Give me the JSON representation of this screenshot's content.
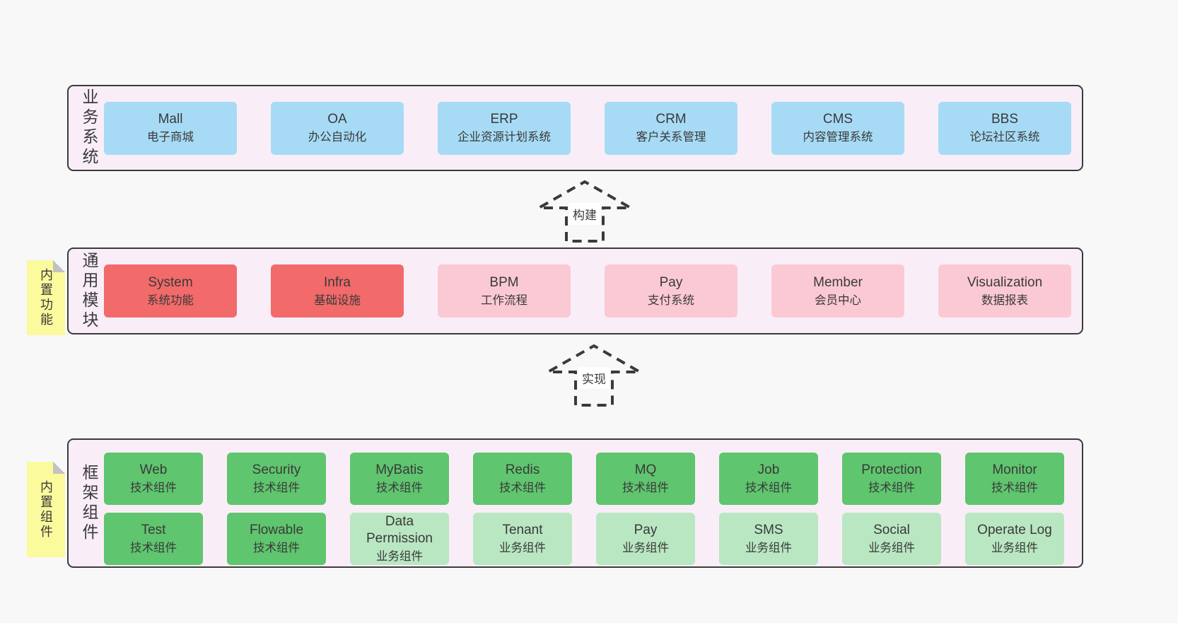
{
  "palette": {
    "page_bg": "#f8f8f8",
    "panel_bg": "#f9eef7",
    "panel_border": "#3b3b3b",
    "blue_box": "#a7dbf5",
    "red_box": "#f26a6a",
    "pink_box": "#fbc9d4",
    "green_box": "#5fc56e",
    "light_green_box": "#b9e7c2",
    "sticky_yellow": "#fbfa9d",
    "sticky_fold_gray": "#c2c2c2",
    "text": "#3a3a3a"
  },
  "arrows": [
    {
      "label": "构建"
    },
    {
      "label": "实现"
    }
  ],
  "sections": {
    "business": {
      "label": "业务系统",
      "boxes": [
        {
          "name": "Mall",
          "subtitle": "电子商城"
        },
        {
          "name": "OA",
          "subtitle": "办公自动化"
        },
        {
          "name": "ERP",
          "subtitle": "企业资源计划系统"
        },
        {
          "name": "CRM",
          "subtitle": "客户关系管理"
        },
        {
          "name": "CMS",
          "subtitle": "内容管理系统"
        },
        {
          "name": "BBS",
          "subtitle": "论坛社区系统"
        }
      ]
    },
    "modules": {
      "label": "通用模块",
      "sticky": "内置功能",
      "boxes": [
        {
          "name": "System",
          "subtitle": "系统功能"
        },
        {
          "name": "Infra",
          "subtitle": "基础设施"
        },
        {
          "name": "BPM",
          "subtitle": "工作流程"
        },
        {
          "name": "Pay",
          "subtitle": "支付系统"
        },
        {
          "name": "Member",
          "subtitle": "会员中心"
        },
        {
          "name": "Visualization",
          "subtitle": "数据报表"
        }
      ]
    },
    "components": {
      "label": "框架组件",
      "sticky": "内置组件",
      "rows": [
        [
          {
            "name": "Web",
            "subtitle": "技术组件"
          },
          {
            "name": "Security",
            "subtitle": "技术组件"
          },
          {
            "name": "MyBatis",
            "subtitle": "技术组件"
          },
          {
            "name": "Redis",
            "subtitle": "技术组件"
          },
          {
            "name": "MQ",
            "subtitle": "技术组件"
          },
          {
            "name": "Job",
            "subtitle": "技术组件"
          },
          {
            "name": "Protection",
            "subtitle": "技术组件"
          },
          {
            "name": "Monitor",
            "subtitle": "技术组件"
          }
        ],
        [
          {
            "name": "Test",
            "subtitle": "技术组件"
          },
          {
            "name": "Flowable",
            "subtitle": "技术组件"
          },
          {
            "name": "Data Permission",
            "subtitle": "业务组件"
          },
          {
            "name": "Tenant",
            "subtitle": "业务组件"
          },
          {
            "name": "Pay",
            "subtitle": "业务组件"
          },
          {
            "name": "SMS",
            "subtitle": "业务组件"
          },
          {
            "name": "Social",
            "subtitle": "业务组件"
          },
          {
            "name": "Operate Log",
            "subtitle": "业务组件"
          }
        ]
      ]
    }
  }
}
